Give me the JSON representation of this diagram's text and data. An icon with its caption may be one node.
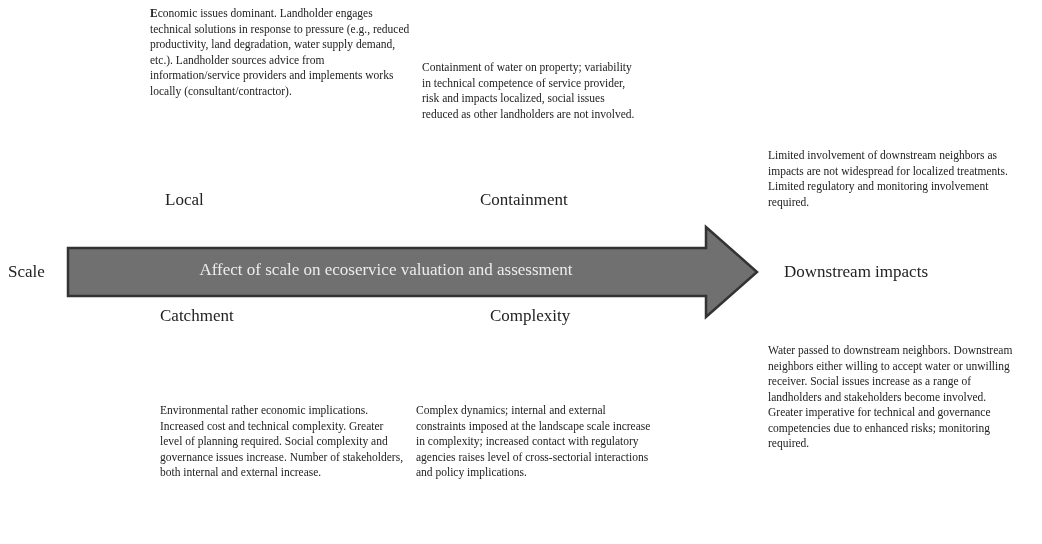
{
  "diagram": {
    "nodes": [
      {
        "text": [
          "Affect of scale on ecoservice valuation and assessment"
        ]
      }
    ],
    "labels": [
      "**E**conomic issues dominant. Landholder engages technical solutions in response to pressure (e.g., reduced productivity, land degradation, water supply demand, etc.). Landholder sources advice from information/service providers and implements works  locally (consultant/contractor).",
      "Containment of water on property; variability in technical competence of service provider, risk and impacts localized, social issues reduced as other landholders are not involved.",
      "Limited involvement of downstream neighbors as impacts are not widespread for localized treatments. Limited regulatory and monitoring involvement required.",
      "Local",
      "Containment",
      "Scale",
      "Downstream impacts",
      "Catchment",
      "Complexity",
      "Environmental rather economic implications. Increased cost and technical complexity. Greater level of planning required. Social complexity and governance issues increase. Number of stakeholders, both internal and external increase.",
      "Complex dynamics; internal and external constraints imposed at the landscape scale increase in complexity; increased contact with regulatory agencies raises level of cross-sectorial interactions and policy implications.",
      "Water passed to downstream neighbors. Downstream neighbors either willing to accept water or unwilling receiver. Social issues increase as a range of landholders and stakeholders become involved. Greater imperative for technical and governance competencies due to enhanced risks; monitoring required."
    ]
  }
}
